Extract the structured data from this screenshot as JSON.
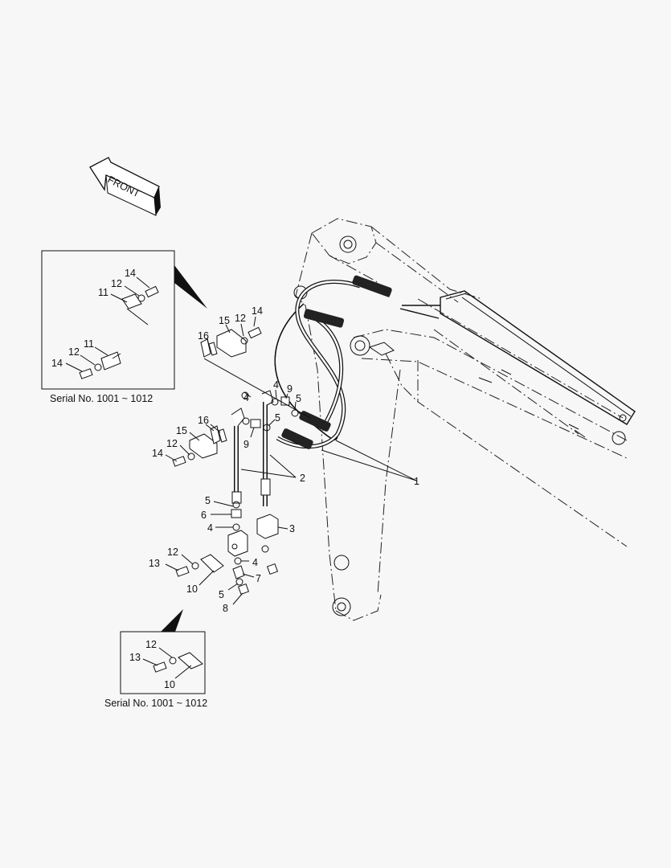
{
  "direction_label": "FRONT",
  "inset_top": {
    "caption": "Serial No. 1001 ~ 1012"
  },
  "inset_bottom": {
    "caption": "Serial No. 1001 ~ 1012"
  },
  "callouts": {
    "c1": "1",
    "c2": "2",
    "c3": "3",
    "c4a": "4",
    "c4b": "4",
    "c4c": "4",
    "c4d": "4",
    "c5a": "5",
    "c5b": "5",
    "c5c": "5",
    "c5d": "5",
    "c6": "6",
    "c7": "7",
    "c8": "8",
    "c9a": "9",
    "c9b": "9",
    "c10": "10",
    "c12a": "12",
    "c12b": "12",
    "c13": "13",
    "c14": "14",
    "c15": "15",
    "c16": "16",
    "t11a": "11",
    "t11b": "11",
    "t12a": "12",
    "t12b": "12",
    "t14a": "14",
    "t14b": "14",
    "t12c": "12",
    "t14c": "14",
    "t15": "15",
    "t16": "16",
    "b10": "10",
    "b12": "12",
    "b13": "13"
  }
}
